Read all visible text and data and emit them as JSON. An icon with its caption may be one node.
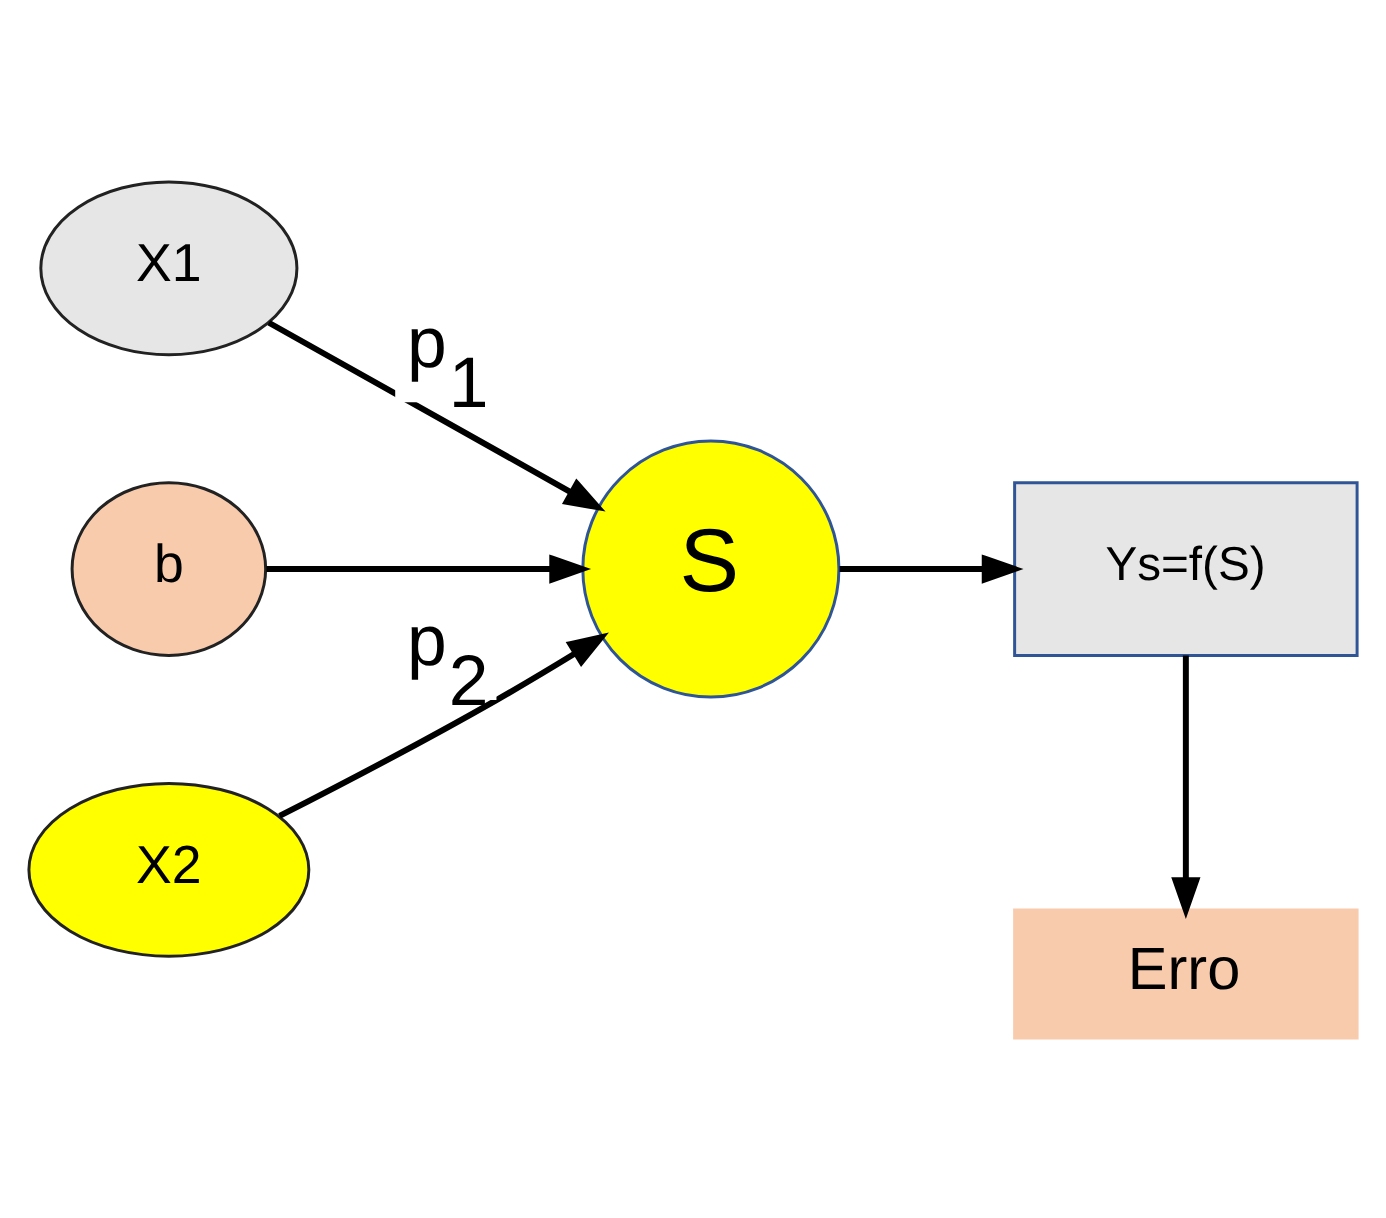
{
  "diagram": {
    "nodes": [
      {
        "text": [
          "X1"
        ]
      },
      {
        "text": [
          "b"
        ]
      },
      {
        "text": [
          "S"
        ]
      },
      {
        "text": [
          "Ys=f(S)"
        ]
      },
      {
        "text": [
          "X2"
        ]
      },
      {
        "text": [
          "Erro"
        ]
      }
    ],
    "edges": [
      {
        "from": 0,
        "to": 2,
        "arrow": "to",
        "label": "p$_{1}$"
      },
      {
        "from": 4,
        "to": 2,
        "arrow": "to",
        "label": "p$_{2}$"
      },
      {
        "from": 1,
        "to": 2,
        "arrow": "to"
      },
      {
        "from": 2,
        "to": 3,
        "arrow": "to"
      },
      {
        "from": 3,
        "to": 5,
        "arrow": "to"
      }
    ]
  }
}
